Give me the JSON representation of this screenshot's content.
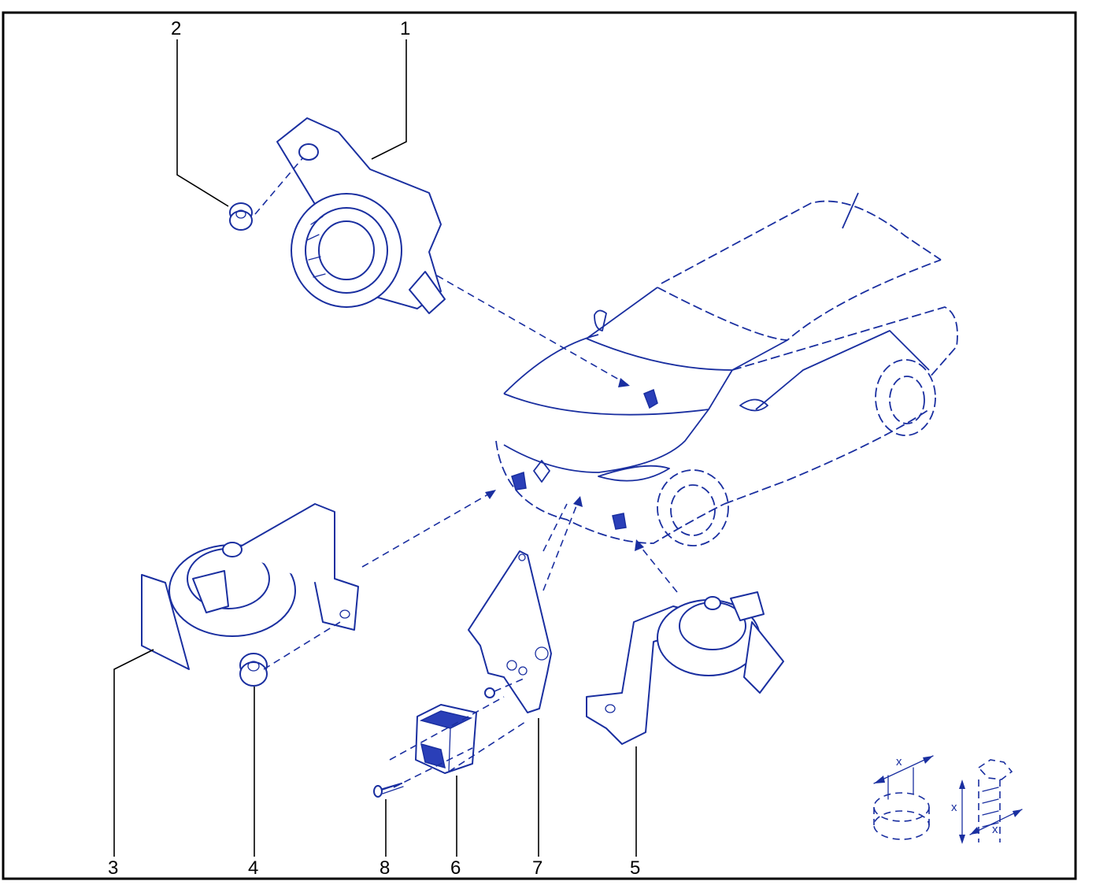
{
  "diagram": {
    "callouts": [
      {
        "id": "1",
        "label": "1"
      },
      {
        "id": "2",
        "label": "2"
      },
      {
        "id": "3",
        "label": "3"
      },
      {
        "id": "4",
        "label": "4"
      },
      {
        "id": "5",
        "label": "5"
      },
      {
        "id": "6",
        "label": "6"
      },
      {
        "id": "7",
        "label": "7"
      },
      {
        "id": "8",
        "label": "8"
      }
    ],
    "dimension_marks": [
      "x",
      "x",
      "x"
    ],
    "colors": {
      "line_art": "#1a2fa0",
      "frame": "#000000",
      "background": "#ffffff"
    }
  }
}
